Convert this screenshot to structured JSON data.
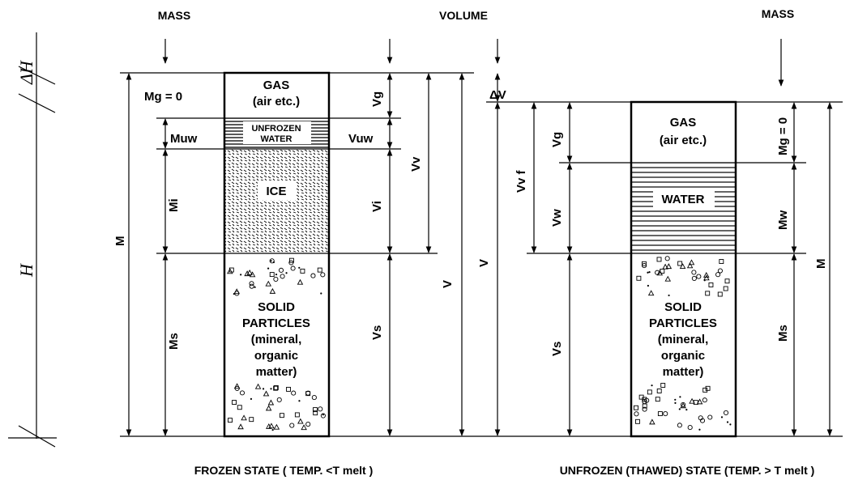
{
  "headers": {
    "mass_left": "MASS",
    "volume": "VOLUME",
    "mass_right": "MASS"
  },
  "scale": {
    "delta_h": "ΔH",
    "h": "H"
  },
  "frozen": {
    "gas_line1": "GAS",
    "gas_line2": "(air etc.)",
    "unfrozen_line1": "UNFROZEN",
    "unfrozen_line2": "WATER",
    "ice": "ICE",
    "solid_lines": [
      "SOLID",
      "PARTICLES",
      "(mineral,",
      "organic",
      "matter)"
    ],
    "mass_labels": {
      "mg0": "Mg = 0",
      "muw": "Muw",
      "mi": "Mi",
      "ms": "Ms",
      "m": "M"
    },
    "volume_labels": {
      "vg": "Vg",
      "vuw": "Vuw",
      "vi": "Vi",
      "vv": "Vv",
      "vs": "Vs",
      "v": "V"
    },
    "caption": "FROZEN STATE ( TEMP. <T melt )"
  },
  "unfrozen": {
    "gas_line1": "GAS",
    "gas_line2": "(air etc.)",
    "water": "WATER",
    "solid_lines": [
      "SOLID",
      "PARTICLES",
      "(mineral,",
      "organic",
      "matter)"
    ],
    "delta_v": "ΔV",
    "volume_labels": {
      "vvf": "Vv f",
      "vg": "Vg",
      "vw": "Vw",
      "vs": "Vs",
      "v": "V"
    },
    "mass_labels": {
      "mg0": "Mg = 0",
      "mw": "Mw",
      "ms": "Ms",
      "m": "M"
    },
    "caption": "UNFROZEN (THAWED) STATE  (TEMP. > T melt )"
  }
}
